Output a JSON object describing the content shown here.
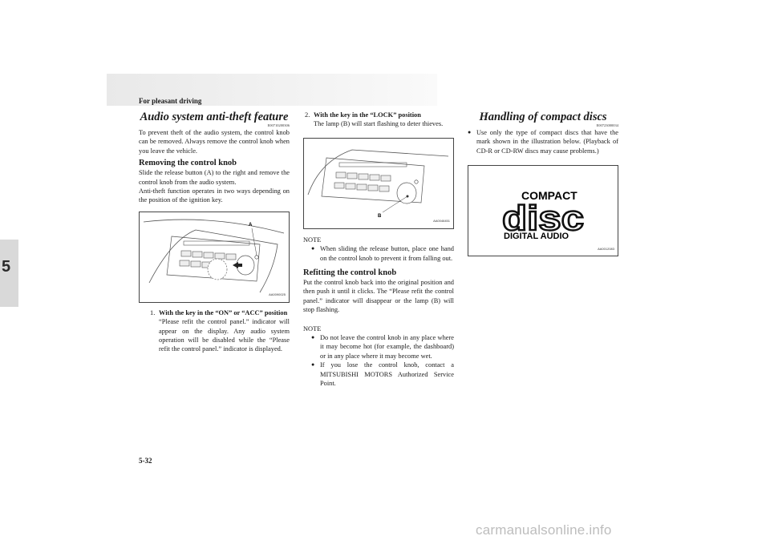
{
  "header": {
    "section": "For pleasant driving"
  },
  "chapter_tab": "5",
  "page_number": "5-32",
  "watermark": "carmanualsonline.info",
  "left": {
    "title": "Audio system anti-theft feature",
    "code": "E00710200306",
    "intro": "To prevent theft of the audio system, the control knob can be removed. Always remove the control knob when you leave the vehicle.",
    "heading": "Removing the control knob",
    "para1": "Slide the release button (A) to the right and remove the control knob from the audio system.",
    "para2": "Anti-theft function operates in two ways depending on the position of the ignition key.",
    "figure": {
      "label": "A",
      "code": "AA0090025"
    },
    "step1": {
      "num": "1.",
      "title": "With the key in the “ON” or “ACC” position",
      "text": "“Please refit the control panel.” indicator will appear on the display. Any audio system operation will be disabled while the “Please refit the control panel.” indicator is displayed."
    }
  },
  "middle": {
    "step2": {
      "num": "2.",
      "title": "With the key in the “LOCK” position",
      "text": "The lamp (B) will start flashing to deter thieves."
    },
    "figure": {
      "label": "B",
      "code": "AA0046451"
    },
    "note1_label": "NOTE",
    "note1_bullet": "When sliding the release button, place one hand on the control knob to prevent it from falling out.",
    "heading": "Refitting the control knob",
    "para": "Put the control knob back into the original position and then push it until it clicks. The “Please refit the control panel.” indicator will disappear or the lamp (B) will stop flashing.",
    "note2_label": "NOTE",
    "note2_bullets": [
      "Do not leave the control knob in any place where it may become hot (for example, the dashboard) or in any place where it may become wet.",
      "If you lose the control knob, contact a MITSUBISHI MOTORS Authorized Service Point."
    ]
  },
  "right": {
    "title": "Handling of compact discs",
    "code": "E00723000034",
    "bullet": "Use only the type of compact discs that have the mark shown in the illustration below. (Playback of CD-R or CD-RW discs may cause problems.)",
    "logo": {
      "top": "COMPACT",
      "bottom": "DIGITAL AUDIO",
      "mark": "disc"
    },
    "figure_code": "AA0012083"
  }
}
